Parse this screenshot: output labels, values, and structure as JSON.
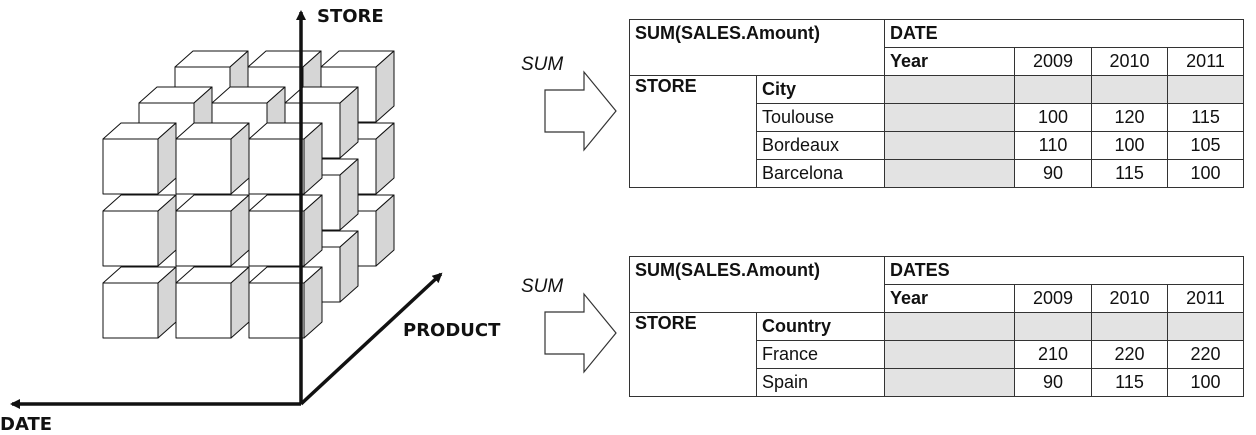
{
  "diagram": {
    "axes": {
      "store": "STORE",
      "product": "PRODUCT",
      "date": "DATE"
    }
  },
  "aggregations": [
    {
      "operation": "SUM",
      "table": {
        "measure": "SUM(SALES.Amount)",
        "dimension": "DATE",
        "level": "Year",
        "years": [
          "2009",
          "2010",
          "2011"
        ],
        "row_dimension": "STORE",
        "row_level": "City",
        "rows": [
          {
            "label": "Toulouse",
            "values": [
              "100",
              "120",
              "115"
            ]
          },
          {
            "label": "Bordeaux",
            "values": [
              "110",
              "100",
              "105"
            ]
          },
          {
            "label": "Barcelona",
            "values": [
              "90",
              "115",
              "100"
            ]
          }
        ]
      }
    },
    {
      "operation": "SUM",
      "table": {
        "measure": "SUM(SALES.Amount)",
        "dimension": "DATES",
        "level": "Year",
        "years": [
          "2009",
          "2010",
          "2011"
        ],
        "row_dimension": "STORE",
        "row_level": "Country",
        "rows": [
          {
            "label": "France",
            "values": [
              "210",
              "220",
              "220"
            ]
          },
          {
            "label": "Spain",
            "values": [
              "90",
              "115",
              "100"
            ]
          }
        ]
      }
    }
  ],
  "colors": {
    "cube_face": "#ffffff",
    "cube_side": "#d6d6d6",
    "grey_cell": "#e3e3e3",
    "line": "#111111"
  }
}
